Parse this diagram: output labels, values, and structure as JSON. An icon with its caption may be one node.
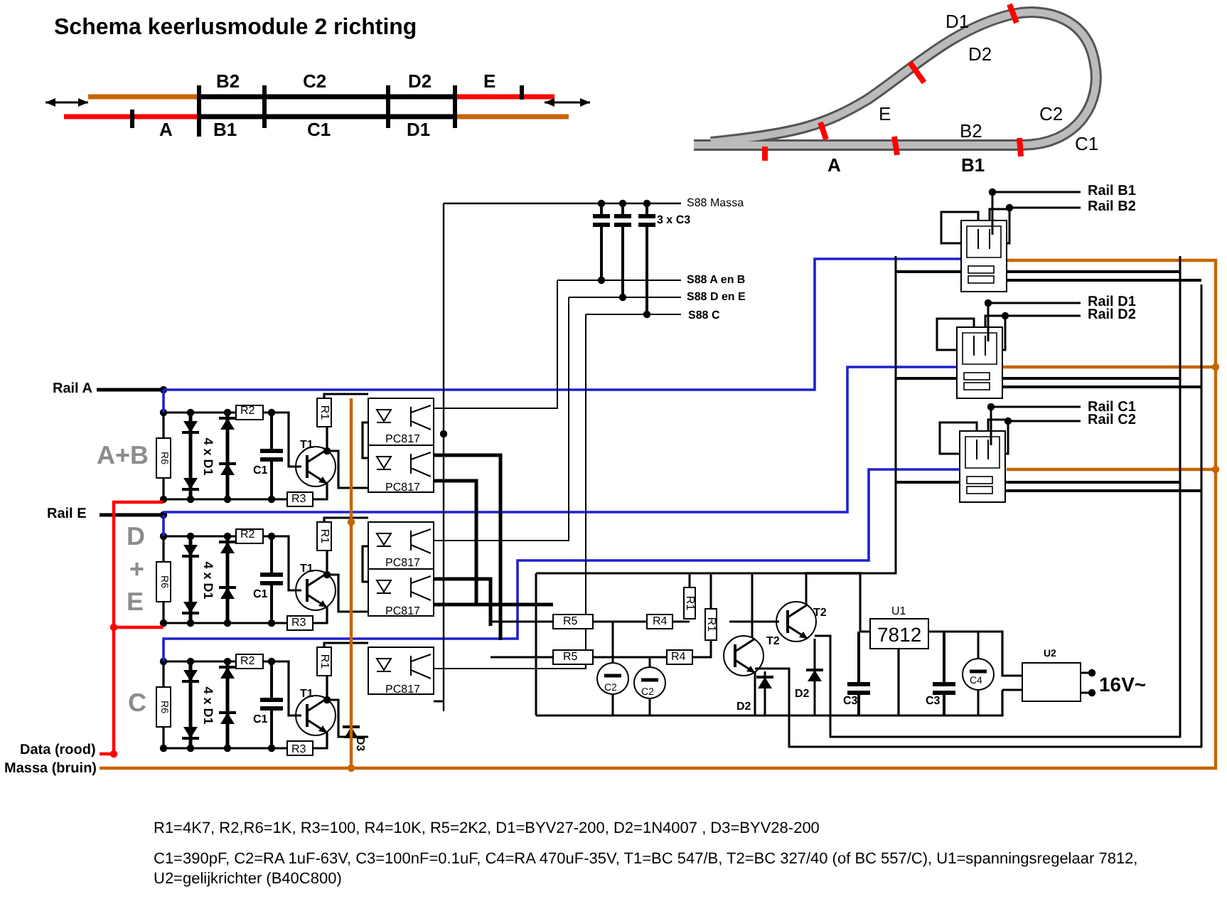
{
  "diagram": {
    "title": "Schema keerlusmodule 2 richting",
    "labels": [
      "B2",
      "C2",
      "D2",
      "E",
      "A",
      "B1",
      "C1",
      "D1",
      "D1",
      "D2",
      "E",
      "C2",
      "B2",
      "C1",
      "A",
      "B1",
      "Rail B1",
      "S88 Massa",
      "Rail B2",
      "3 x C3",
      "S88 A en B",
      "S88 D en E",
      "S88 C",
      "Rail D1",
      "Rail D2",
      "Rail C1",
      "Rail C2",
      "Rail A",
      "A+B",
      "R2",
      "R1",
      "4 x D1",
      "R6",
      "C1",
      "T1",
      "PC817",
      "PC817",
      "R3",
      "Rail E",
      "D",
      "+",
      "E",
      "R2",
      "R1",
      "4 x D1",
      "R6",
      "C1",
      "T1",
      "PC817",
      "PC817",
      "R3",
      "C",
      "R2",
      "R1",
      "4 x D1",
      "R6",
      "C1",
      "T1",
      "PC817",
      "R3",
      "D3",
      "Data (rood)",
      "Massa (bruin)",
      "R5",
      "R4",
      "R1",
      "R1",
      "T2",
      "U1",
      "7812",
      "R5",
      "R4",
      "T2",
      "U2",
      "C2",
      "C2",
      "C4",
      "16V~",
      "D2",
      "D2",
      "C3",
      "C3",
      "R1=4K7, R2,R6=1K, R3=100, R4=10K, R5=2K2, D1=BYV27-200, D2=1N4007 , D3=BYV28-200",
      "C1=390pF, C2=RA 1uF-63V, C3=100nF=0.1uF, C4=RA 470uF-35V, T1=BC 547/B, T2=BC 327/40 (of BC 557/C), U1=spanningsregelaar 7812, U2=gelijkrichter (B40C800)"
    ]
  }
}
